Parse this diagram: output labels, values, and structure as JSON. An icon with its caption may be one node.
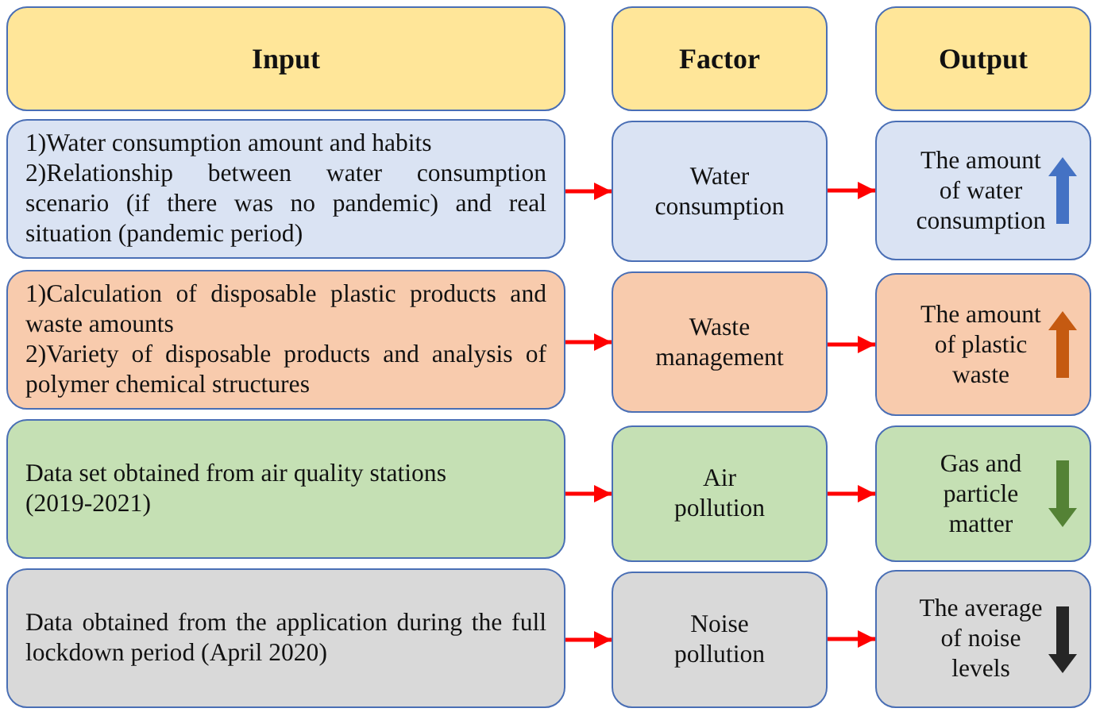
{
  "diagram": {
    "nodes": [
      {
        "text": [
          "Input"
        ]
      },
      {
        "text": [
          "Factor"
        ]
      },
      {
        "text": [
          "Output"
        ]
      },
      {
        "text": [
          "1)Water consumption amount and habits",
          "2)Relationship between water consumption scenario (if there was no pandemic) and real situation (pandemic period)"
        ]
      },
      {
        "text": [
          "Water consumption"
        ]
      },
      {
        "text": [
          "The amount of water consumption"
        ]
      },
      {
        "text": [
          "1)Calculation of disposable plastic products and waste amounts",
          "2)Variety of disposable products and analysis of polymer chemical structures"
        ]
      },
      {
        "text": [
          "Waste management"
        ]
      },
      {
        "text": [
          "The amount of plastic waste"
        ]
      },
      {
        "text": [
          "Data set obtained from air quality stations (2019-2021)"
        ]
      },
      {
        "text": [
          "Air pollution"
        ]
      },
      {
        "text": [
          "Gas and particle matter"
        ]
      },
      {
        "text": [
          "Data obtained from the application during the full lockdown period (April 2020)"
        ]
      },
      {
        "text": [
          "Noise pollution"
        ]
      },
      {
        "text": [
          "The average of noise levels"
        ]
      }
    ],
    "edges": [
      {
        "from": 3,
        "to": 4,
        "arrow": "to"
      },
      {
        "from": 4,
        "to": 5,
        "arrow": "to"
      },
      {
        "from": 6,
        "to": 7,
        "arrow": "to"
      },
      {
        "from": 7,
        "to": 8,
        "arrow": "to"
      },
      {
        "from": 9,
        "to": 10,
        "arrow": "to"
      },
      {
        "from": 10,
        "to": 11,
        "arrow": "to"
      },
      {
        "from": 12,
        "to": 13,
        "arrow": "to"
      },
      {
        "from": 13,
        "to": 14,
        "arrow": "to"
      }
    ]
  }
}
